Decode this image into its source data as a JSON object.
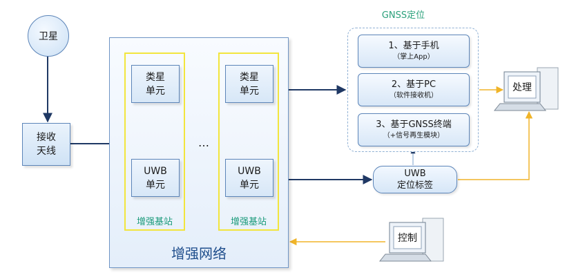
{
  "nodes": {
    "satellite": "卫星",
    "antenna": [
      "接收",
      "天线"
    ],
    "network": "增强网络",
    "stations": [
      {
        "label": "增强基站",
        "units": [
          [
            "类星",
            "单元"
          ],
          [
            "UWB",
            "单元"
          ]
        ]
      },
      {
        "label": "增强基站",
        "units": [
          [
            "类星",
            "单元"
          ],
          [
            "UWB",
            "单元"
          ]
        ]
      }
    ],
    "ellipsis": "…",
    "gnss": {
      "title": "GNSS定位",
      "items": [
        {
          "main": "1、基于手机",
          "sub": "（掌上App）"
        },
        {
          "main": "2、基于PC",
          "sub": "（软件接收机）"
        },
        {
          "main": "3、基于GNSS终端",
          "sub": "（+信号再生模块）"
        }
      ]
    },
    "uwb_tag": [
      "UWB",
      "定位标签"
    ],
    "processing": "处理",
    "control": "控制"
  },
  "colors": {
    "blue_arrow": "#1f3864",
    "yellow_arrow": "#f0b428",
    "station_border": "#f2e53c",
    "label_green": "#1a9a7a",
    "network_text": "#1f4e8c"
  }
}
